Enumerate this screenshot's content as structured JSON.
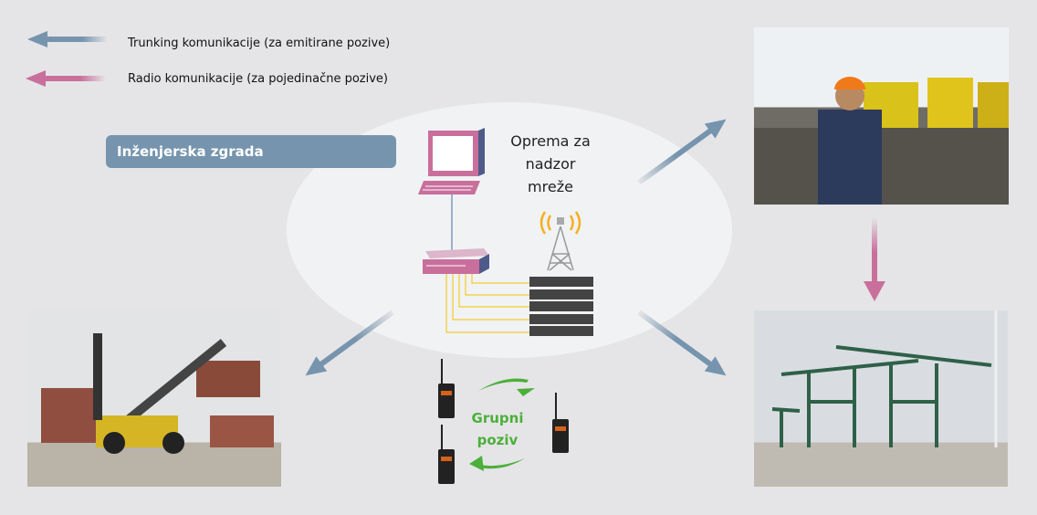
{
  "legend": [
    {
      "label": "Trunking komunikacije (za emitirane pozive)",
      "color": "#7694ae"
    },
    {
      "label": "Radio komunikacije (za pojedinačne pozive)",
      "color": "#c96f9c"
    }
  ],
  "building_label": "Inženjerska zgrada",
  "equipment_label": [
    "Oprema za",
    "nadzor",
    "mreže"
  ],
  "group_call_label": [
    "Grupni",
    "poziv"
  ],
  "colors": {
    "background": "#e5e5e7",
    "ellipse": "#f1f2f4",
    "trunking": "#7694ae",
    "radio": "#c96f9c",
    "group": "#4caf3a",
    "cable": "#f2c400"
  }
}
